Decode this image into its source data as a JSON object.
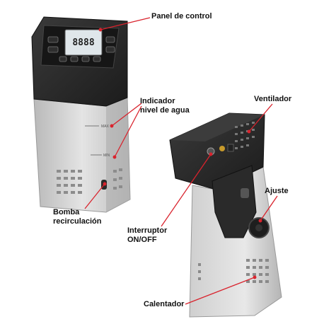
{
  "labels": {
    "panel": "Panel de control",
    "indicador_line1": "Indicador",
    "indicador_line2": "nivel de agua",
    "ventilador": "Ventilador",
    "bomba_line1": "Bomba",
    "bomba_line2": "recirculación",
    "interruptor_line1": "Interruptor",
    "interruptor_line2": "ON/OFF",
    "ajuste": "Ajuste",
    "calentador": "Calentador"
  },
  "device_markings": {
    "display_digits": "8888",
    "max_mark": "MAX",
    "min_mark": "MIN"
  },
  "colors": {
    "leader_line": "#d9232d",
    "device_black": "#2b2b2b",
    "device_steel": "#c9c9c9",
    "label_text": "#111111"
  }
}
